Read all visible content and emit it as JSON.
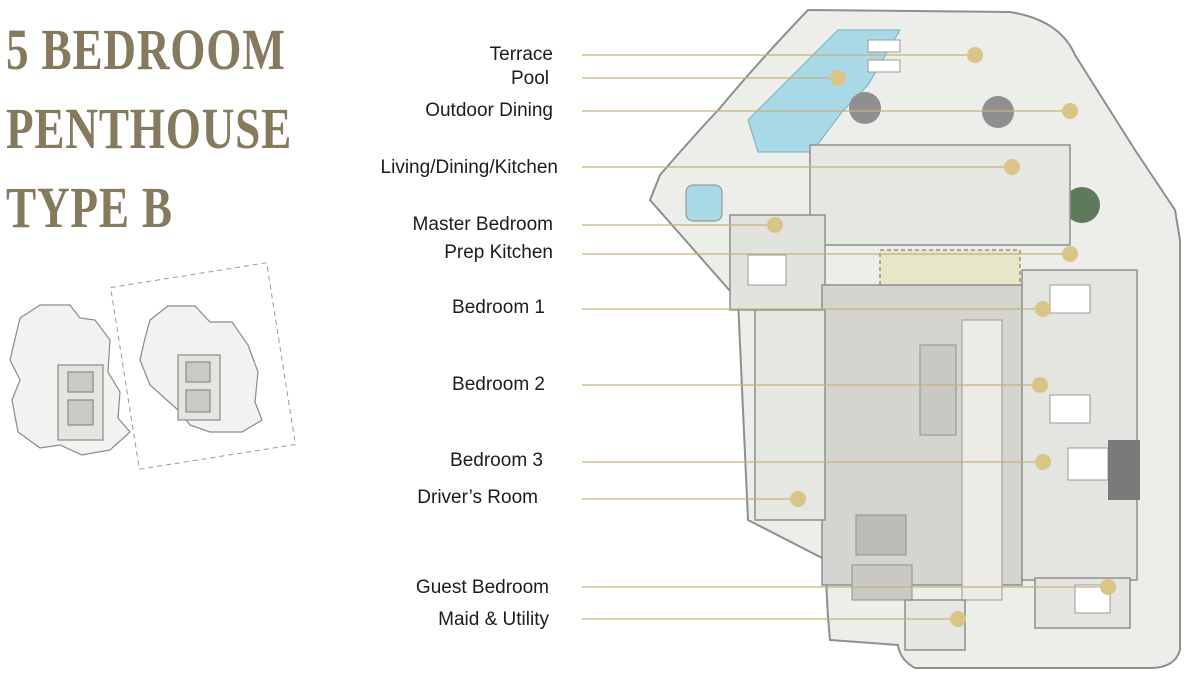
{
  "title_lines": [
    "5 BEDROOM",
    "PENTHOUSE",
    "TYPE B"
  ],
  "labels": [
    "Terrace",
    "Pool",
    "Outdoor Dining",
    "Living/Dining/Kitchen",
    "Master Bedroom",
    "Prep Kitchen",
    "Bedroom 1",
    "Bedroom 2",
    "Bedroom 3",
    "Driver’s Room",
    "Guest Bedroom",
    "Maid & Utility"
  ],
  "colors": {
    "title": "#857a5d",
    "leader": "#c6b278",
    "marker": "#d9c588",
    "wall": "#8f8f8f",
    "floor": "#ebebe7",
    "pool": "#a9d8e6",
    "timber": "#6e6e6e"
  }
}
